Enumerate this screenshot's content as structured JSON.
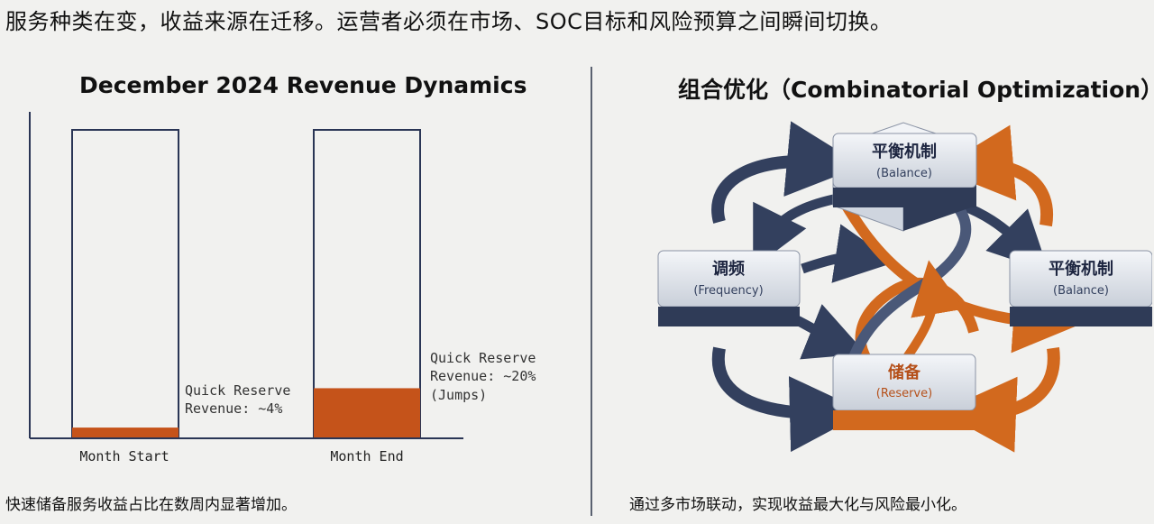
{
  "headline": "服务种类在变，收益来源在迁移。运营者必须在市场、SOC目标和风险预算之间瞬间切换。",
  "left_panel": {
    "caption": "快速储备服务收益占比在数周内显著增加。"
  },
  "chart_data": {
    "type": "bar",
    "title": "December 2024 Revenue Dynamics",
    "categories": [
      "Month Start",
      "Month End"
    ],
    "values": [
      4,
      20
    ],
    "ylim": [
      0,
      100
    ],
    "xlabel": "",
    "ylabel": "",
    "grid": false,
    "annotations": [
      [
        "Quick Reserve",
        "Revenue: ~4%"
      ],
      [
        "Quick Reserve",
        "Revenue: ~20%",
        "(Jumps)"
      ]
    ],
    "colors": {
      "fill": "#c5531a",
      "outline": "#2a3555",
      "axis": "#2a3555"
    }
  },
  "right_panel": {
    "title": "组合优化（Combinatorial Optimization）",
    "caption": "通过多市场联动，实现收益最大化与风险最小化。",
    "nodes": {
      "top": {
        "zh": "平衡机制",
        "en": "(Balance)"
      },
      "left": {
        "zh": "调频",
        "en": "(Frequency)"
      },
      "right": {
        "zh": "平衡机制",
        "en": "(Balance)"
      },
      "bottom": {
        "zh": "储备",
        "en": "(Reserve)"
      }
    },
    "colors": {
      "navy": "#33405e",
      "orange": "#d2691e",
      "block": "#dfe3ea"
    }
  }
}
